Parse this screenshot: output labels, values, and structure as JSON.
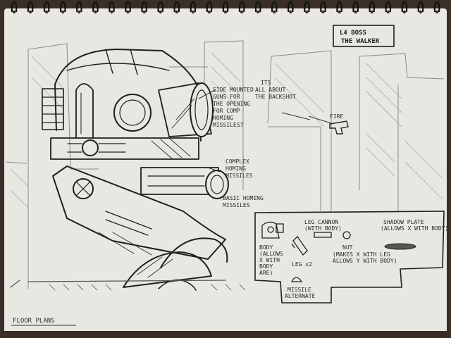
{
  "sketchbook": {
    "paper_color": "#ebe9e4",
    "ink_color": "#222222",
    "spiral_count": 27
  },
  "title_box": {
    "line1": "L4 BOSS",
    "line2": "THE WALKER"
  },
  "annotations": {
    "backshot": [
      "ITS",
      "ALL ABOUT",
      "THE BACKSHOT"
    ],
    "fire": "FIRE",
    "left_weapon": [
      "SIDE MOUNTED",
      "GUNS FOR",
      "THE OPENING",
      "FOR COMP",
      "HOMING",
      "MISSILES?"
    ],
    "homing_top": [
      "COMPLEX",
      "HOMING",
      "MISSILES"
    ],
    "homing_bottom": [
      "BASIC HOMING",
      "MISSILES"
    ],
    "floor_plan": "FLOOR PLANS"
  },
  "parts_panel": {
    "body": [
      "BODY",
      "(ALLOWS",
      "X WITH",
      "BODY",
      "ARE)"
    ],
    "leg": "LEG x2",
    "leg_cannon": [
      "LEG CANNON",
      "(WITH BODY)"
    ],
    "nut": [
      "NUT",
      "(MAKES X WITH LEG",
      "ALLOWS Y WITH BODY)"
    ],
    "shadow": [
      "SHADOW PLATE",
      "(ALLOWS X WITH BODY)"
    ],
    "missile": [
      "MISSILE",
      "ALTERNATE"
    ]
  }
}
